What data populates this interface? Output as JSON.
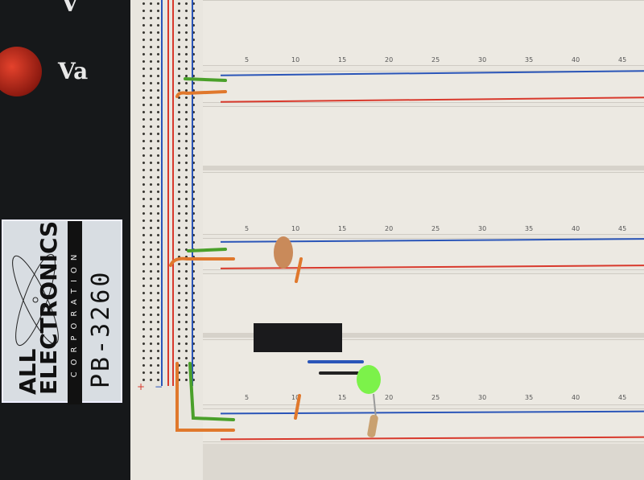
{
  "panel": {
    "jack_label": "Va",
    "top_label": "V"
  },
  "logo": {
    "brand_line1": "ALL",
    "brand_line2": "ELECTRONICS",
    "corporation": "CORPORATION",
    "model": "PB-3260"
  },
  "board": {
    "column_numbers": [
      "5",
      "10",
      "15",
      "20",
      "25",
      "30",
      "35",
      "40",
      "45"
    ],
    "rail_plus": "+",
    "rail_minus": "−"
  },
  "colors": {
    "rail_red": "#d8392c",
    "rail_blue": "#2a55b8",
    "led_green": "#7cf24a",
    "wire_orange": "#e0782c",
    "wire_green": "#4aa02a"
  }
}
